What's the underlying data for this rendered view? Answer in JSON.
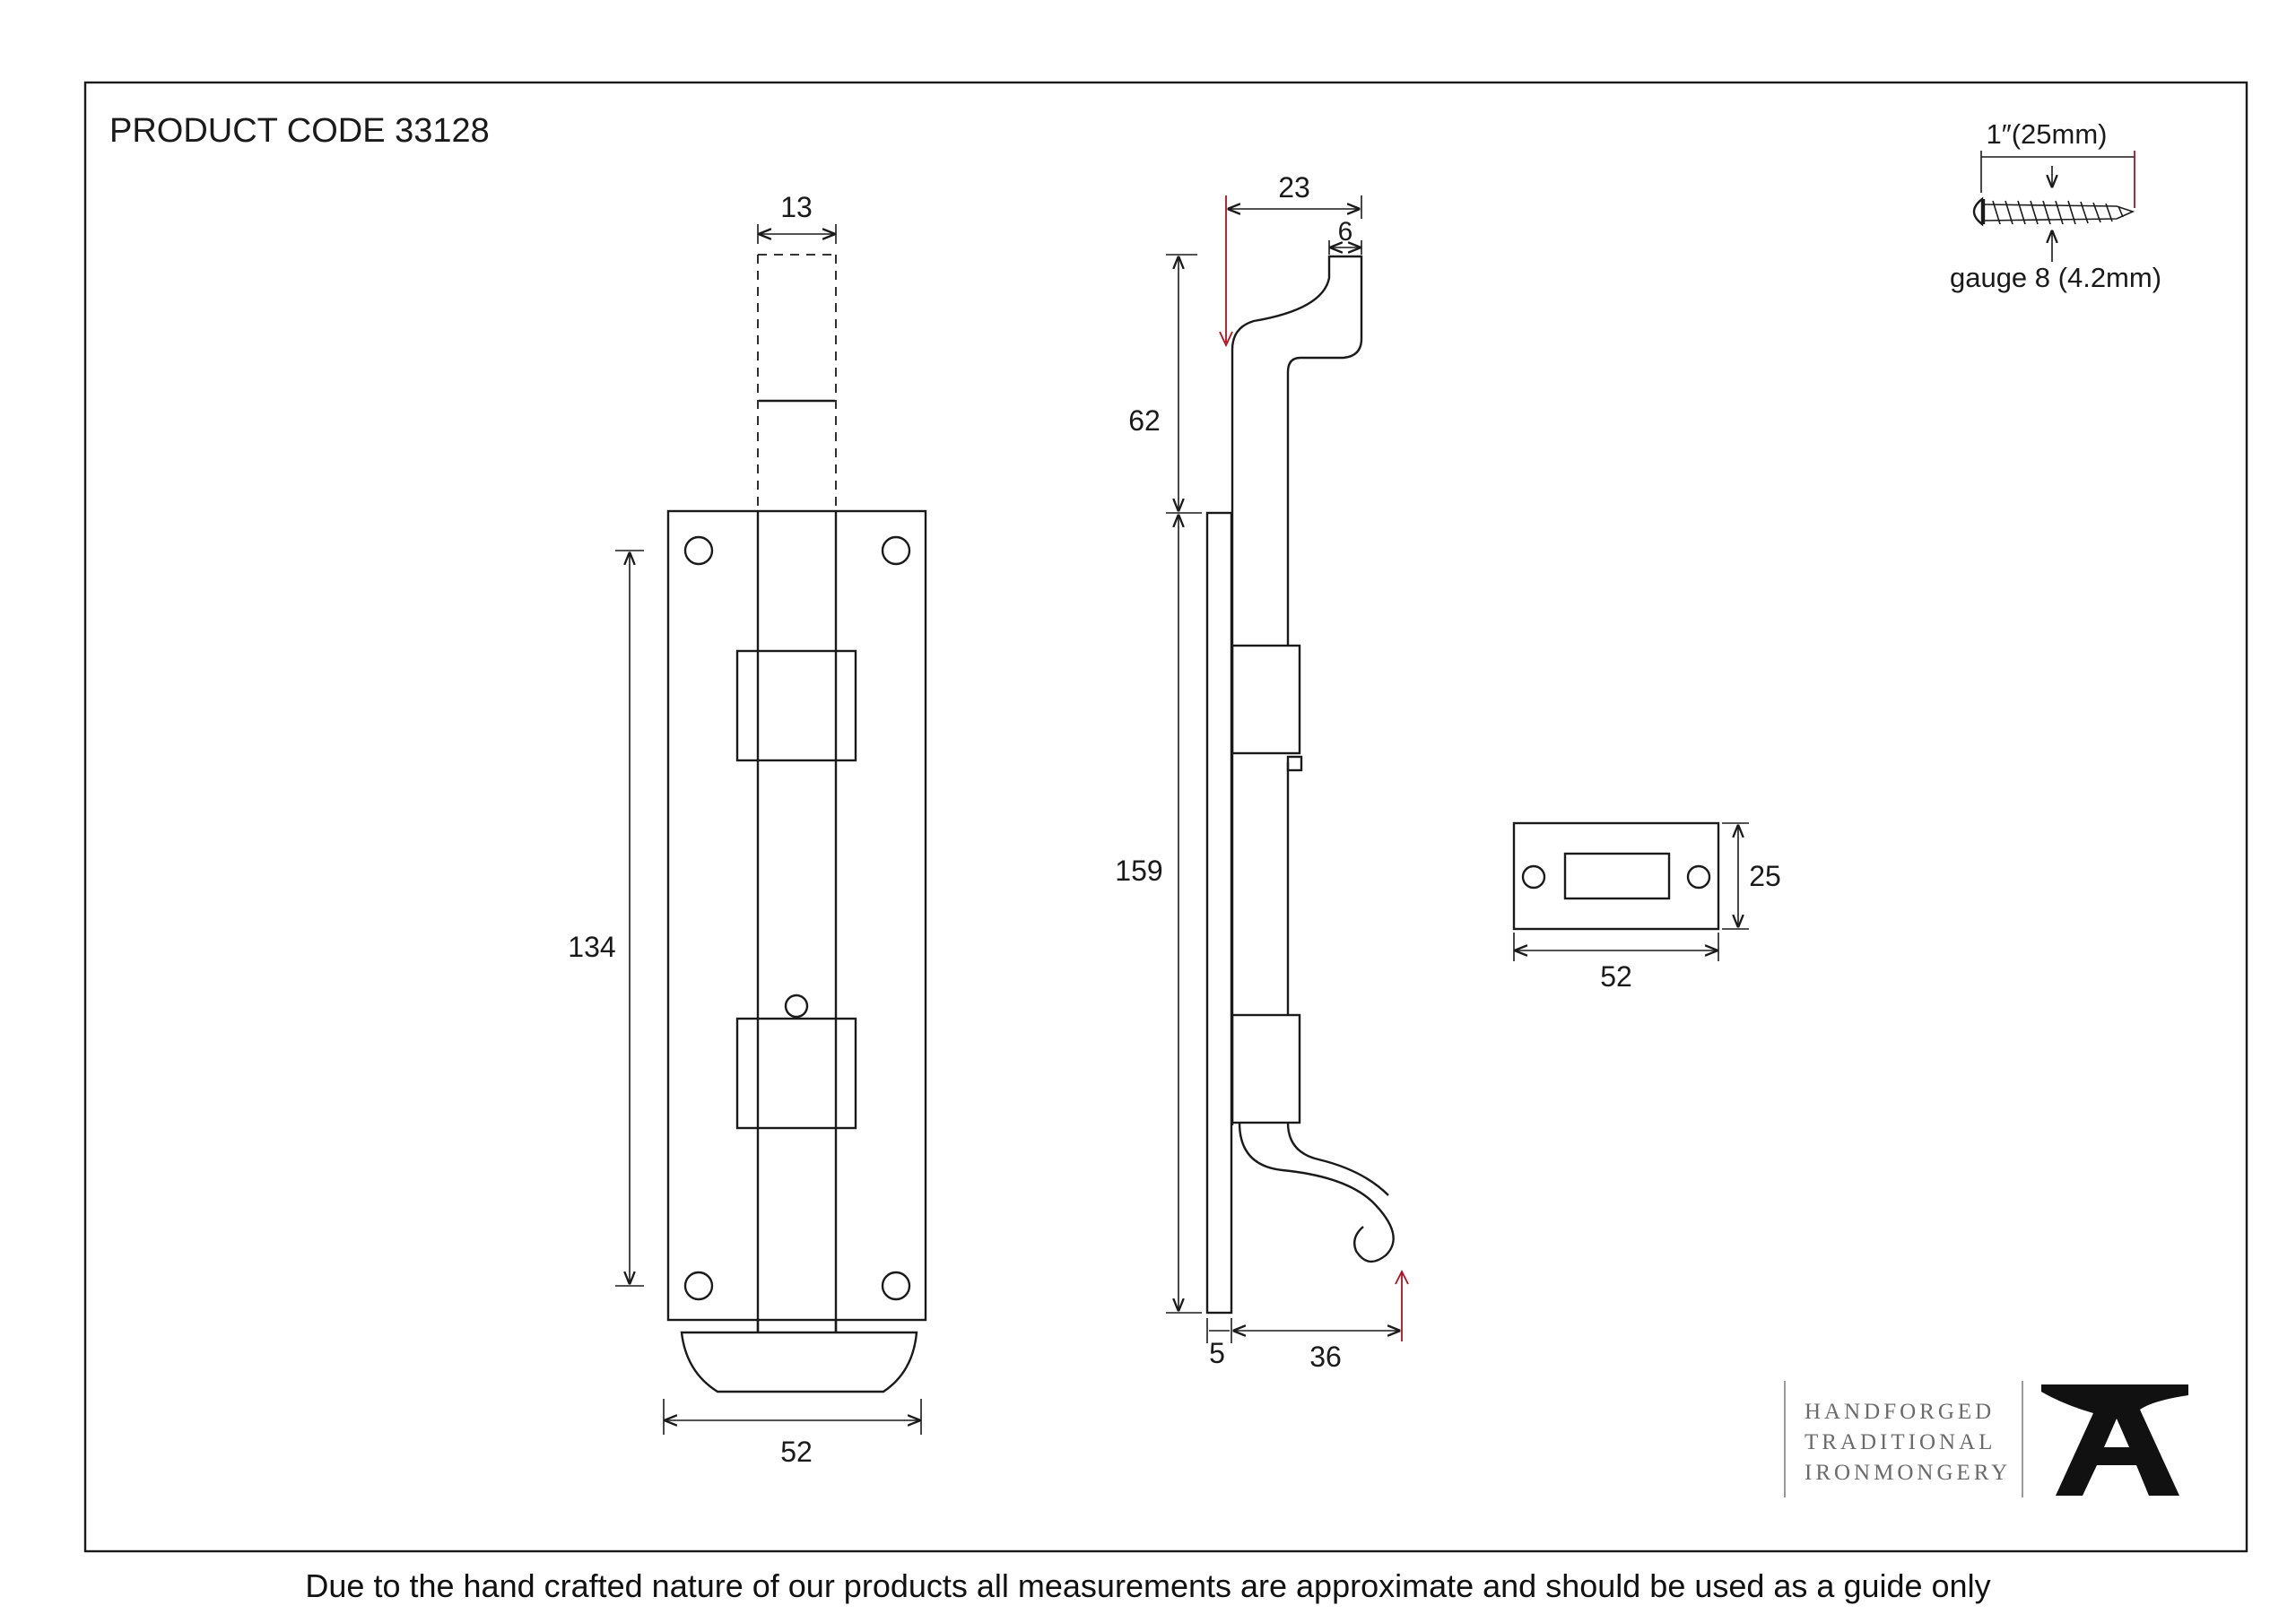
{
  "product_code": "PRODUCT CODE 33128",
  "disclaimer": "Due to the hand crafted nature of our products all measurements are approximate and should be used as a guide only",
  "screw": {
    "length": "1″(25mm)",
    "gauge": "gauge 8 (4.2mm)"
  },
  "front_view": {
    "bolt_width": "13",
    "fixing_centres": "134",
    "width": "52"
  },
  "side_view": {
    "throw": "62",
    "plate_length": "159",
    "handle_offset": "23",
    "bolt_end": "6",
    "plate_thickness": "5",
    "projection": "36"
  },
  "keep": {
    "height": "25",
    "width": "52"
  },
  "logo": {
    "line1": "HANDFORGED",
    "line2": "TRADITIONAL",
    "line3": "IRONMONGERY"
  },
  "colors": {
    "line": "#1a1a1a",
    "accent_red": "#b01020",
    "logo_grey": "#6a6a6a"
  }
}
